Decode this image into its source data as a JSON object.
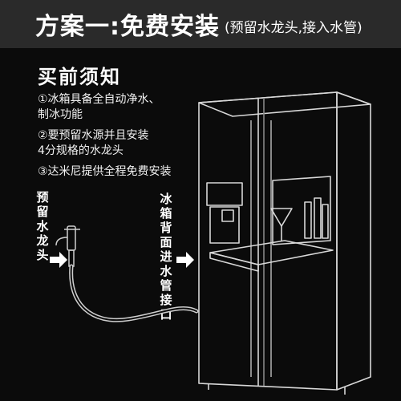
{
  "header": {
    "title": "方案一:免费安装",
    "subtitle": "(预留水龙头,接入水管)"
  },
  "notes": {
    "title": "买前须知",
    "items": [
      {
        "line1": "①冰箱具备全自动净水、",
        "line2": "制冰功能"
      },
      {
        "line1": "②要预留水源并且安装",
        "line2": "4分规格的水龙头"
      },
      {
        "line1": "③达米尼提供全程免费安装",
        "line2": ""
      }
    ]
  },
  "labels": {
    "left_vertical": [
      "预",
      "留",
      "水",
      "龙",
      "头"
    ],
    "right_vertical": [
      "冰",
      "箱",
      "背",
      "面",
      "进",
      "水",
      "管",
      "接",
      "口"
    ]
  },
  "colors": {
    "background": "#0b0b0b",
    "header_bg": "#2a2a2a",
    "text": "#ffffff"
  },
  "icons": {
    "faucet": "faucet-icon",
    "fridge": "fridge-illustration",
    "arrow": "arrow-right-icon"
  }
}
